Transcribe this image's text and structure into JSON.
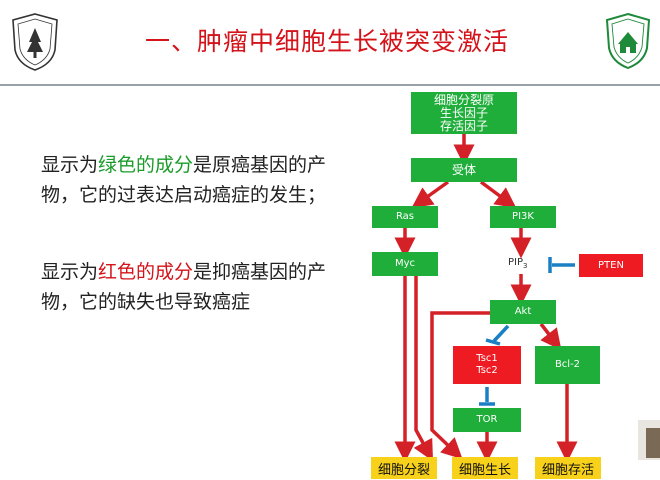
{
  "slide": {
    "title": "一、肿瘤中细胞生长被突变激活"
  },
  "text": {
    "p1_a": "显示为",
    "p1_b": "绿色的成分",
    "p1_c": "是原癌基因的产物，它的过表达启动癌症的发生；",
    "p2_a": "显示为",
    "p2_b": "红色的成分",
    "p2_c": "是抑癌基因的产物，它的缺失也导致癌症"
  },
  "diagram": {
    "top": "细胞分裂原\n生长因子\n存活因子",
    "receptor": "受体",
    "ras": "Ras",
    "pi3k": "PI3K",
    "myc": "Myc",
    "pip_base": "PIP",
    "pip_sub": "3",
    "pten": "PTEN",
    "akt": "Akt",
    "tsc": "Tsc1\nTsc2",
    "bcl2": "Bcl-2",
    "tor": "TOR",
    "out1": "细胞分裂",
    "out2": "细胞生长",
    "out3": "细胞存活"
  },
  "colors": {
    "oncogene": "#1fae3a",
    "suppressor": "#ee1b22",
    "arrow": "#d42027",
    "inhibit": "#1b7fc4",
    "output": "#f7d11a",
    "title": "#d4131a"
  }
}
